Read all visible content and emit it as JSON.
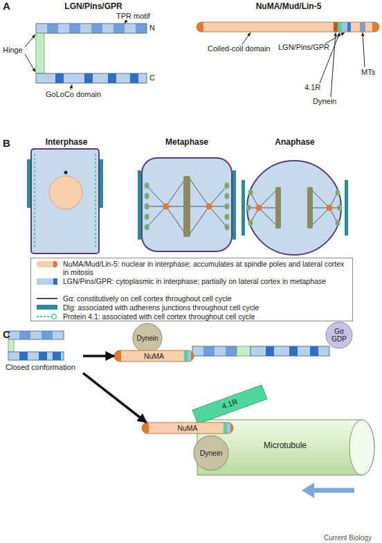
{
  "diagram": {
    "nodes": [
      {
        "text": [
          "LGN/Pins/GPR"
        ]
      },
      {
        "text": [
          "NuMA/Mud/Lin-5"
        ]
      },
      {
        "text": [
          "Interphase"
        ]
      },
      {
        "text": [
          "Metaphase"
        ]
      },
      {
        "text": [
          "Anaphase"
        ]
      },
      {
        "text": [
          "Closed conformation"
        ]
      },
      {
        "text": [
          "Dynein"
        ]
      },
      {
        "text": [
          "NuMA"
        ]
      },
      {
        "text": [
          "Gα GDP"
        ]
      },
      {
        "text": [
          "4.1R"
        ]
      },
      {
        "text": [
          "NuMA"
        ]
      },
      {
        "text": [
          "Microtubule"
        ]
      },
      {
        "text": [
          "Dynein"
        ]
      }
    ],
    "edges": [
      {
        "from": 5,
        "to": 7,
        "arrow": "to"
      },
      {
        "from": 5,
        "to": 10,
        "arrow": "to"
      }
    ],
    "labels": [
      "A",
      "TPR motif",
      "N",
      "Hinge",
      "C",
      "GoLoCo domain",
      "Coiled-coil domain",
      "LGN/Pins/GPR",
      "4.1R",
      "Dynein",
      "MTs",
      "B",
      "C",
      "Current Biology"
    ],
    "legend": [
      {
        "text": "NuMA/Mud/Lin-5: nuclear in interphase; accumulates at spindle poles and lateral cortex in mitosis",
        "color": "#f9cfae"
      },
      {
        "text": "LGN/Pins/GPR: cytoplasmic in interphase; partially on lateral cortex in metaphase",
        "color": "#b7d0ea"
      },
      {
        "text": "Gα: constitutively on cell cortex throughout cell cycle"
      },
      {
        "text": "Dlg: associated with adherens junctions throughout cell cycle",
        "color": "#2b8c98"
      },
      {
        "text": "Protein 4.1: associated with cell cortex throughout cell cycle"
      }
    ]
  }
}
